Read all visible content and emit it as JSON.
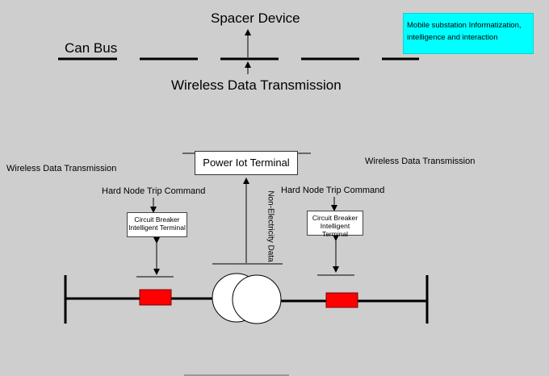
{
  "labels": {
    "spacer_device": "Spacer Device",
    "can_bus": "Can Bus",
    "wireless_top": "Wireless Data Transmission",
    "wireless_left": "Wireless Data Transmission",
    "wireless_right": "Wireless Data Transmission",
    "mobile_substation": "Mobile substation Informatization, intelligence and interaction",
    "power_iot_terminal": "Power Iot Terminal",
    "hard_node_left": "Hard Node Trip Command",
    "hard_node_right": "Hard Node Trip Command",
    "circuit_breaker_left": "Circuit Breaker Intelligent Terminal",
    "circuit_breaker_right": "Circuit Breaker Intelligent Terminal",
    "non_electricity_data": "Non-Electricity Data"
  },
  "colors": {
    "background": "#cecece",
    "mobile_box": "#00ffff",
    "breaker": "#ff0000",
    "line": "#000000"
  }
}
